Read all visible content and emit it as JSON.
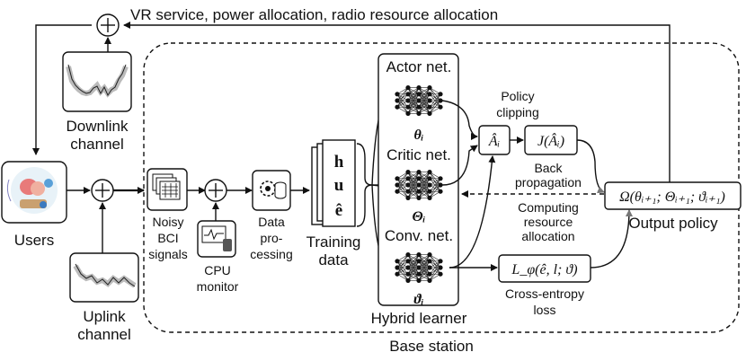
{
  "top_feedback": "VR service, power allocation, radio resource allocation",
  "downlink": {
    "line1": "Downlink",
    "line2": "channel"
  },
  "uplink": {
    "line1": "Uplink",
    "line2": "channel"
  },
  "users": "Users",
  "bci": {
    "line1": "Noisy",
    "line2": "BCI",
    "line3": "signals"
  },
  "cpu": {
    "line1": "CPU",
    "line2": "monitor"
  },
  "data_proc": {
    "line1": "Data",
    "line2": "pro-",
    "line3": "cessing"
  },
  "training": {
    "line1": "Training",
    "line2": "data",
    "vec_h": "h",
    "vec_u": "u",
    "vec_e": "ê"
  },
  "actor": {
    "label": "Actor net.",
    "param": "θᵢ"
  },
  "critic": {
    "label": "Critic net.",
    "param": "Θᵢ"
  },
  "conv": {
    "label": "Conv. net.",
    "param": "ϑᵢ"
  },
  "hybrid": "Hybrid learner",
  "policy_clip": {
    "line1": "Policy",
    "line2": "clipping"
  },
  "advantage": "Âᵢ",
  "objective": "J(Âᵢ)",
  "back_prop": {
    "line1": "Back",
    "line2": "propagation"
  },
  "computing": {
    "line1": "Computing",
    "line2": "resource",
    "line3": "allocation"
  },
  "loss_fn": "L_φ(ê, l; ϑ)",
  "cross_entropy": {
    "line1": "Cross-entropy",
    "line2": "loss"
  },
  "output_box": "Ω(θᵢ₊₁; Θᵢ₊₁; ϑᵢ₊₁)",
  "output_policy": "Output policy",
  "base_station": "Base station",
  "icons": [
    "sum-junction-icon",
    "channel-plot-icon",
    "user-avatar-icon",
    "bci-signal-icon",
    "cpu-monitor-icon",
    "database-gear-icon",
    "neural-net-icon"
  ]
}
